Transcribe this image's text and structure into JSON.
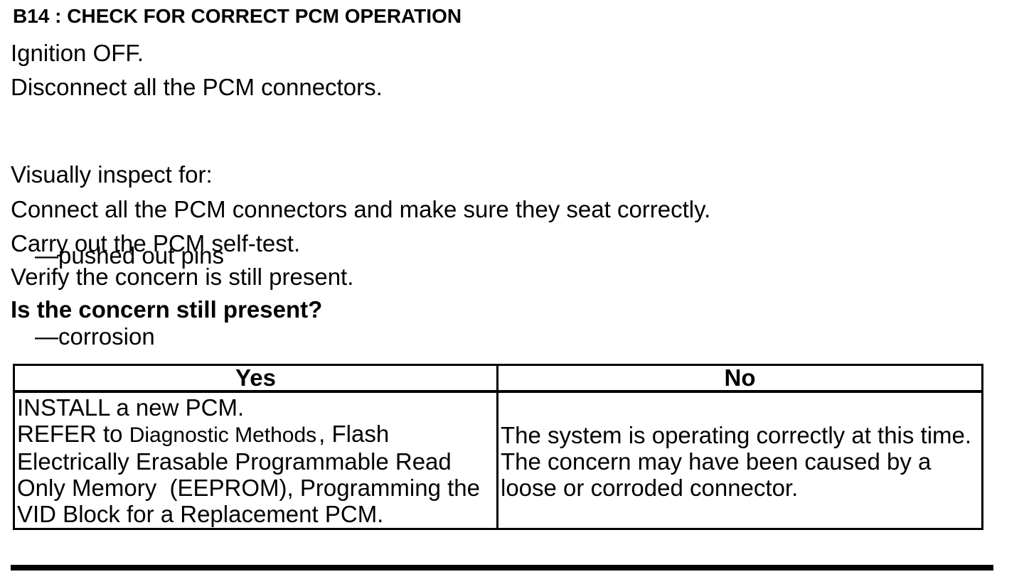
{
  "colors": {
    "text": "#000000",
    "background": "#ffffff"
  },
  "procedure": {
    "id_title": "B14 : CHECK FOR CORRECT PCM OPERATION",
    "steps": [
      "Ignition OFF.",
      "Disconnect all the PCM connectors.",
      "Visually inspect for:",
      "Connect all the PCM connectors and make sure they seat correctly.",
      "Carry out the PCM self-test.",
      "Verify the concern is still present."
    ],
    "inspect_items": [
      "—pushed out pins",
      "—corrosion"
    ],
    "question": "Is the concern still present?"
  },
  "results_table": {
    "yes_header": "Yes",
    "no_header": "No",
    "yes_cell": {
      "line1": "INSTALL a new PCM.",
      "line2_prefix": "REFER to ",
      "line2_link": "Diagnostic Methods",
      "line2_suffix": ", Flash",
      "line3": "Electrically Erasable Programmable Read",
      "line4": "Only Memory  (EEPROM), Programming the",
      "line5": "VID Block for a Replacement PCM."
    },
    "no_cell": {
      "line1": "The system is operating correctly at this time.",
      "line2": "The concern may have been caused by a",
      "line3": "loose or corroded connector."
    }
  }
}
